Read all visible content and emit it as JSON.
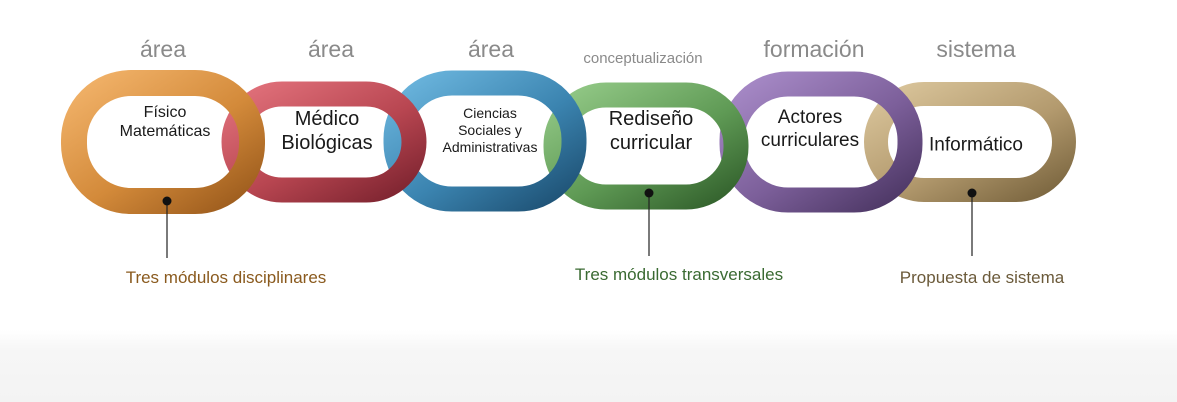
{
  "categories": [
    {
      "text": "área"
    },
    {
      "text": "área"
    },
    {
      "text": "área"
    },
    {
      "text": "conceptualización"
    },
    {
      "text": "formación"
    },
    {
      "text": "sistema"
    }
  ],
  "links": [
    {
      "label": "Físico\nMatemáticas",
      "color": "#d38a3a"
    },
    {
      "label": "Médico\nBiológicas",
      "color": "#b84651"
    },
    {
      "label": "Ciencias\nSociales y\nAdministrativas",
      "color": "#3b84b0"
    },
    {
      "label": "Rediseño\ncurricular",
      "color": "#5f9a55"
    },
    {
      "label": "Actores\ncurriculares",
      "color": "#7c5f9a"
    },
    {
      "label": "Informático",
      "color": "#b39a6e"
    }
  ],
  "groups": [
    {
      "label": "Tres módulos disciplinares",
      "color": "#8a5a1e"
    },
    {
      "label": "Tres módulos transversales",
      "color": "#3a6a32"
    },
    {
      "label": "Propuesta de sistema",
      "color": "#6b5a3a"
    }
  ]
}
